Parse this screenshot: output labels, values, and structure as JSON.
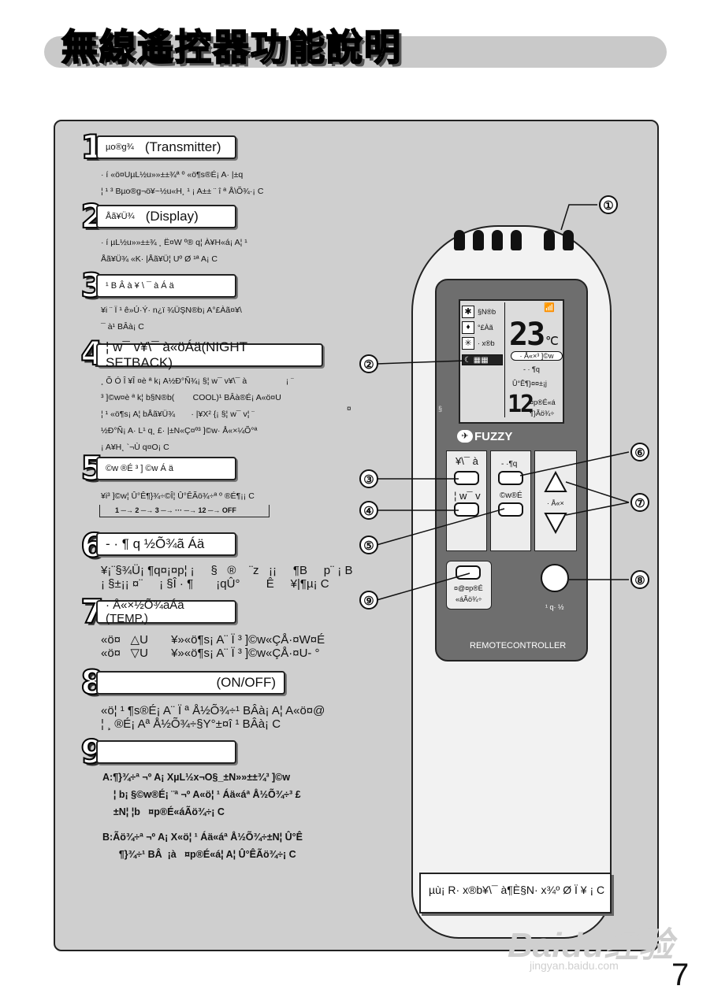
{
  "header": {
    "title": "無線遙控器功能說明"
  },
  "sections": [
    {
      "num": "1",
      "label_sm": "µo®g¾",
      "label_lg": "(Transmitter)",
      "lines": [
        "· í «ö¤Uµ­L½u»»±±¾ª º «ö¶s®É¡ A· |±q",
        "¦ ¹ ³ Bµo®g¬ö¥~½u«H¸ ¹ ¡ A±± ¨ î ª Å\\Õ¾·¡ C"
      ]
    },
    {
      "num": "2",
      "label_sm": "Åã¥Ü¾",
      "label_lg": "(Display)",
      "lines": [
        "· í µL½u»»±±¾ ¸ Ë¤W º® q¦ À¥H«á¡ A¦ ¹",
        "Åã¥Ü¾ «K· |Åã¥Ü¦ Uº Ø ¹ª A¡ C"
      ]
    },
    {
      "num": "3",
      "label_sm": "¹ B Â à ¥ \\ ¯ à Á ä",
      "label_lg": "",
      "lines": [
        "¥i ¨ Ï ¹ ê»Ú·Ý· n¿ï ¾ÜŞN®b¡ A°£Àã¤¥\\",
        "¯ à¹ BÂà¡ C"
      ]
    },
    {
      "num": "4",
      "label_sm": "",
      "label_lg": "¦ w¯ v¥\\¯ à«öÁä(NIGHT SETBACK)",
      "lines": [
        "¸ Õ Ó Î ¥Î ¤è ª k¡ A½Ð°Ñ¾¡ §¦ w¯ v¥\\¯ à                 ¡ ¨",
        "³ ]©w¤è ª k¦ b§N®b(        COOL)¹ BÂà®É¡ A«ö¤U",
        "¦ ¹ «ö¶s¡ A¦ bÅã¥Ü¾       · |¥X² {¡ §¦ w¯ v¦ ¨",
        "½Ð°Ñ¡ A· L¹ q¸ £· |±N«Ç¤º³ ]©w· Å«×¼Õ°ª",
        "¡ A¥H¸ `¬Ù q¤O¡ C"
      ]
    },
    {
      "num": "5",
      "label_sm": "©w ®É ³  ] ©w Á ä",
      "label_lg": "",
      "lines": [
        "¥i³ ]©w¦ Û°Ê¶}¾÷©Î¦ Û°ÊÃö¾÷ª º ®É¶¡¡ C"
      ],
      "sequence": "1 ─→ 2 ─→ 3 ─→ ··· ─→ 12 ─→ OFF"
    },
    {
      "num": "6",
      "label_sm": "",
      "label_lg": "- ·  ¶ q ½Õ¾ã Áä",
      "lines": [
        "¥¡¨§¾Ü¡ ¶q¤¡¤p¦ ¡     §   ®    ¨z   ¡¡     ¶B     p¨ ¡ B",
        "¡ §±¡¡ ¤¨     ¡ §Î · ¶       ¡qÛ°        Ê     ¥|¶µ¡ C"
      ]
    },
    {
      "num": "7",
      "label_sm": "",
      "label_lg": "· Å«×½Õ¾ãÁä (TEMP.)",
      "lines": [
        "«ö¤   △U       ¥»«ö¶s¡ A¨ Ï ³ ]©w«ÇÅ·¤W¤É",
        "«ö¤   ▽U       ¥»«ö¶s¡ A¨ Ï ³ ]©w«ÇÅ·¤U- °"
      ]
    },
    {
      "num": "8",
      "label_sm": "",
      "label_lg": "(ON/OFF)",
      "lines": [
        "«ö¦ ¹ ¶s®É¡ A¨ Ï ª Å½Õ¾÷¹ BÂà¡ A¦ A«ö¤@",
        "¦ ¸ ®É¡ Aª Å½Õ¾÷§Y°±¤î ¹ BÂà¡ C"
      ]
    },
    {
      "num": "9",
      "label_sm": "",
      "label_lg": "",
      "lines": [
        "A:¶}¾÷ª ¬º A¡ XµL½x¬O§_±N»»±±¾³ ]©w",
        "    ¦ b¡ §©w®É¡ ¨ª ¬º A«ö¦ ¹ Áä«áª Å½Õ¾÷³ £",
        "    ±N¦ ¦b   ¤p®É«áÃö¾÷¡ C",
        "",
        "B:Ãö¾÷ª ¬º A¡ X«ö¦ ¹ Áä«áª Å½Õ¾÷±N¦ Û°Ê",
        "      ¶}¾÷¹ BÂ  ¡à   ¤p®É«á¦ A¦ Û°ÊÃö¾÷¡ C"
      ]
    }
  ],
  "remote": {
    "lcd": {
      "mode_cool": "§N®b",
      "mode_heat": "°£Àã",
      "mode_auto": "· x®b",
      "temp": "23",
      "temp_unit": "℃",
      "set_label": "· Å«×³ ]©w",
      "fan_label": "- · ¶q",
      "timer_label": "Û°Ê¶}¤¤±¡j",
      "hours": "12",
      "hours_label": "¤p®É«á",
      "timer_state": "¶}Ãö¾÷",
      "side_mark": "§"
    },
    "brand": "FUZZY",
    "btn_labels": {
      "mode": "¥\\¯ à",
      "fan": "- ·¶q",
      "night": "¦ w¯ v",
      "timer": "©w®É",
      "temp": "· Å«×",
      "sleep_1": "¤@¤p®É",
      "sleep_2": "«áÃö¾÷",
      "power": "¹ q· ½"
    },
    "model": "REMOTECONTROLLER",
    "callouts": [
      "①",
      "②",
      "③",
      "④",
      "⑤",
      "⑥",
      "⑦",
      "⑧",
      "⑨"
    ]
  },
  "note": "µù¡ R· x®b¥\\¯ à¶È§N· x¾º Ø Ï ¥ ¡ C",
  "page_number": "7",
  "watermark": {
    "brand": "Baidu经验",
    "url": "jingyan.baidu.com"
  },
  "colors": {
    "panel": "#cfcfcf",
    "remote_body": "#f2f2f2",
    "remote_inner": "#6e6e6e"
  }
}
